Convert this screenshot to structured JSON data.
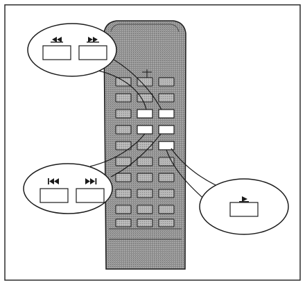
{
  "diagram": {
    "subject": "remote-control",
    "colors": {
      "ink": "#1a1a1a",
      "remote_body": "#8c8c8c",
      "button_fill": "#a8a8a8",
      "highlight": "#ffffff",
      "frame": "#2a2a2a",
      "paper": "#ffffff"
    },
    "callouts": [
      {
        "id": "rewind-fast-forward",
        "buttons": [
          {
            "name": "rewind",
            "icon": "rewind-icon"
          },
          {
            "name": "fast-forward",
            "icon": "fast-forward-icon"
          }
        ]
      },
      {
        "id": "skip",
        "buttons": [
          {
            "name": "skip-back",
            "icon": "skip-back-icon"
          },
          {
            "name": "skip-forward",
            "icon": "skip-forward-icon"
          }
        ]
      },
      {
        "id": "play",
        "buttons": [
          {
            "name": "play",
            "icon": "play-icon"
          }
        ]
      }
    ]
  }
}
